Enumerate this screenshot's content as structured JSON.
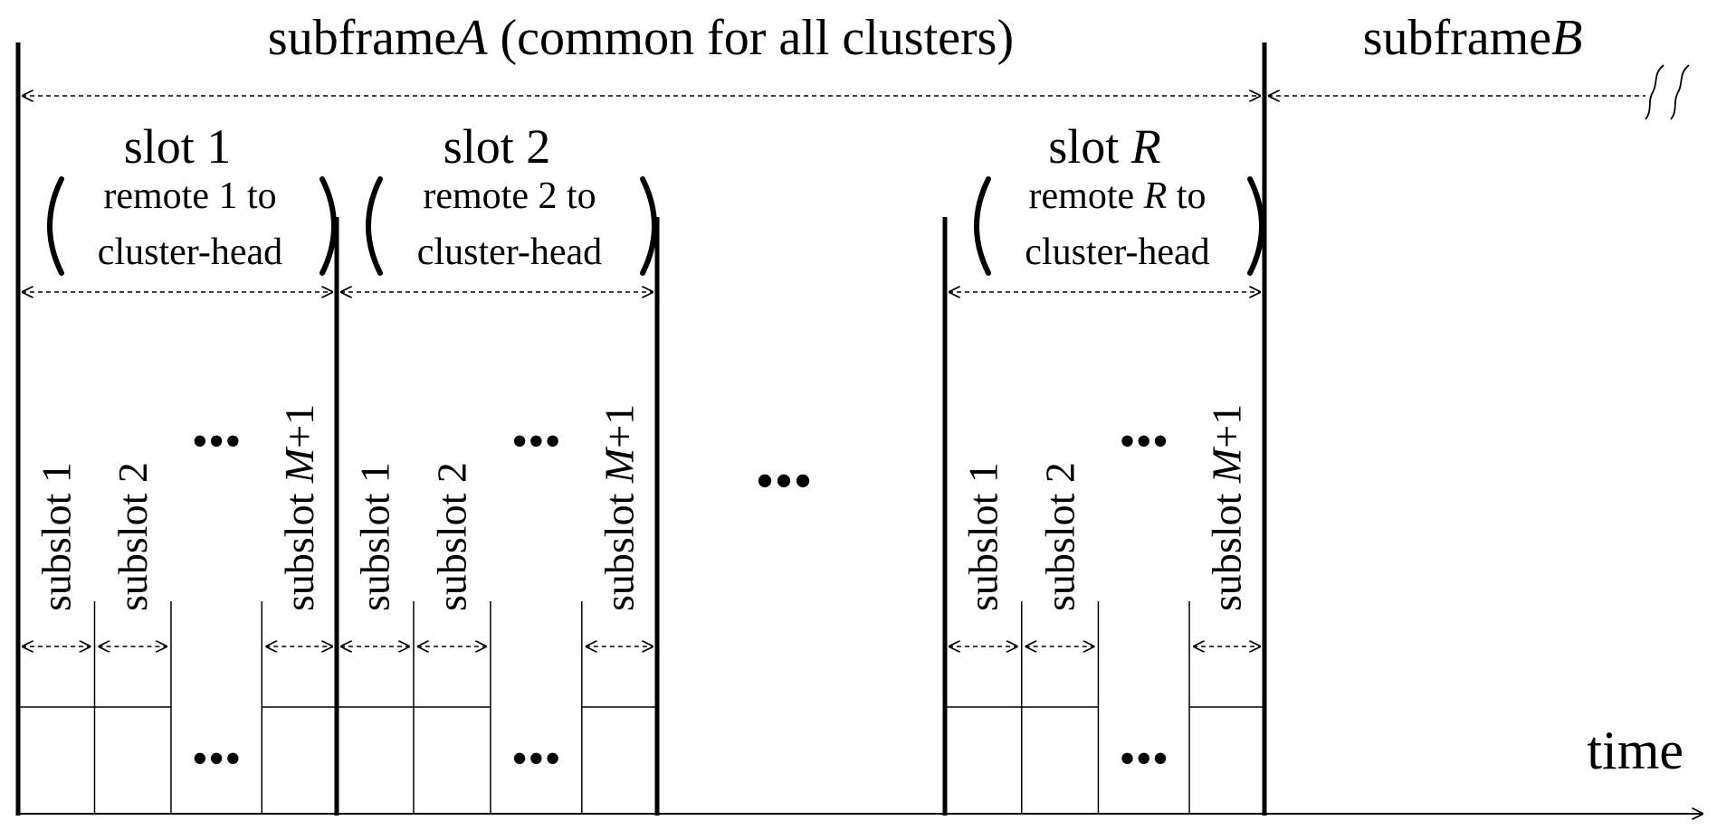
{
  "subframe_a": {
    "prefix": "subframe",
    "var": "A",
    "suffix": " (common for all clusters)"
  },
  "subframe_b": {
    "prefix": "subframe",
    "var": "B"
  },
  "slots": [
    {
      "title": "slot 1",
      "var": "",
      "line1_pre": "remote 1 to",
      "line1_var": "",
      "line1_post": "",
      "line2": "cluster-head"
    },
    {
      "title": "slot 2",
      "var": "",
      "line1_pre": "remote 2 to",
      "line1_var": "",
      "line1_post": "",
      "line2": "cluster-head"
    },
    {
      "title": "slot ",
      "var": "R",
      "line1_pre": "remote ",
      "line1_var": "R",
      "line1_post": " to",
      "line2": "cluster-head"
    }
  ],
  "subslot_labels": {
    "first": "subslot 1",
    "second": "subslot 2",
    "last_prefix": "subslot ",
    "last_var": "M",
    "last_suffix": "+1"
  },
  "ellipsis": "•••",
  "time_label": "time",
  "line_color": "#000000"
}
